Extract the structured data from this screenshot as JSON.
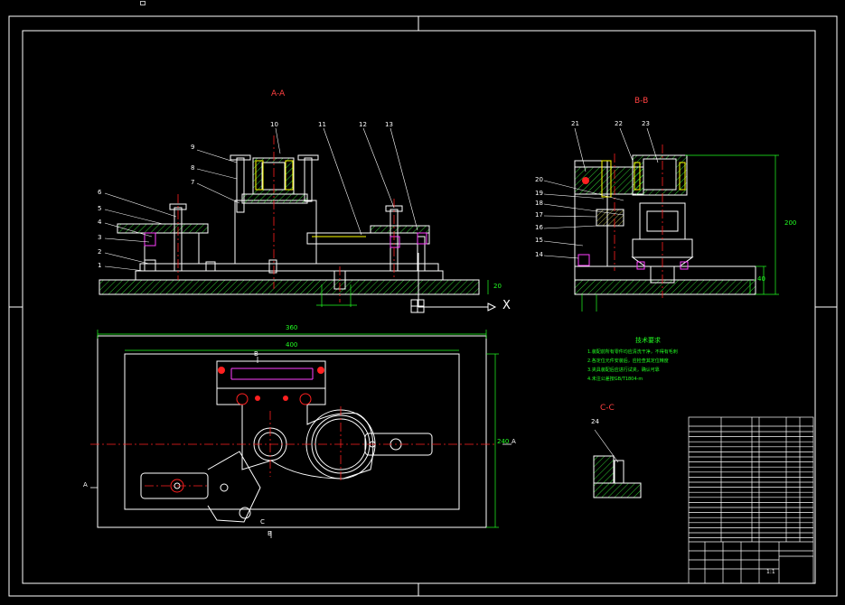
{
  "views": {
    "section_aa": "A-A",
    "section_bb": "B-B",
    "section_cc": "C-C"
  },
  "part_labels_left": [
    "1",
    "2",
    "3",
    "4",
    "5",
    "6",
    "7",
    "8",
    "9"
  ],
  "part_labels_top": [
    "10",
    "11",
    "12",
    "13"
  ],
  "part_labels_right": [
    "14",
    "15",
    "16",
    "17",
    "18",
    "19",
    "20",
    "21",
    "22",
    "23"
  ],
  "part_label_cc": "24",
  "axis_marker": "X",
  "dimensions": {
    "overall_length": "360",
    "inner_length": "400",
    "height_b": "200",
    "base_h1": "20",
    "base_h2": "40",
    "plan_width": "240"
  },
  "section_arrows": {
    "a_left": "A",
    "a_right": "A",
    "b_top": "B",
    "b_bottom": "B",
    "c_mark": "C"
  },
  "tech_requirements": {
    "title": "技术要求",
    "lines": [
      "1.装配前所有零件均应清洗干净，不得有毛刺",
      "2.各定位元件安装后，应检查其定位精度",
      "3.夹具装配后应进行试夹，确认可靠",
      "4.未注公差按GB/T1804-m"
    ]
  },
  "title_block": {
    "scale": "1:1"
  },
  "colors": {
    "line_white": "#ffffff",
    "center_red": "#ff2020",
    "dim_green": "#22ff22",
    "magenta": "#ff40ff",
    "yellow": "#ffff00",
    "cyan": "#00e0ff",
    "hatch_green": "#3cff3c"
  }
}
